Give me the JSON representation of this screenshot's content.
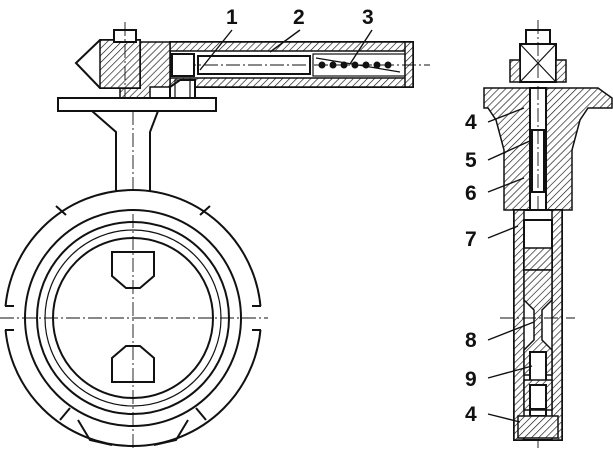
{
  "labels": {
    "top": [
      "1",
      "2",
      "3"
    ],
    "side": [
      "4",
      "5",
      "6",
      "7",
      "8",
      "9",
      "4"
    ]
  }
}
